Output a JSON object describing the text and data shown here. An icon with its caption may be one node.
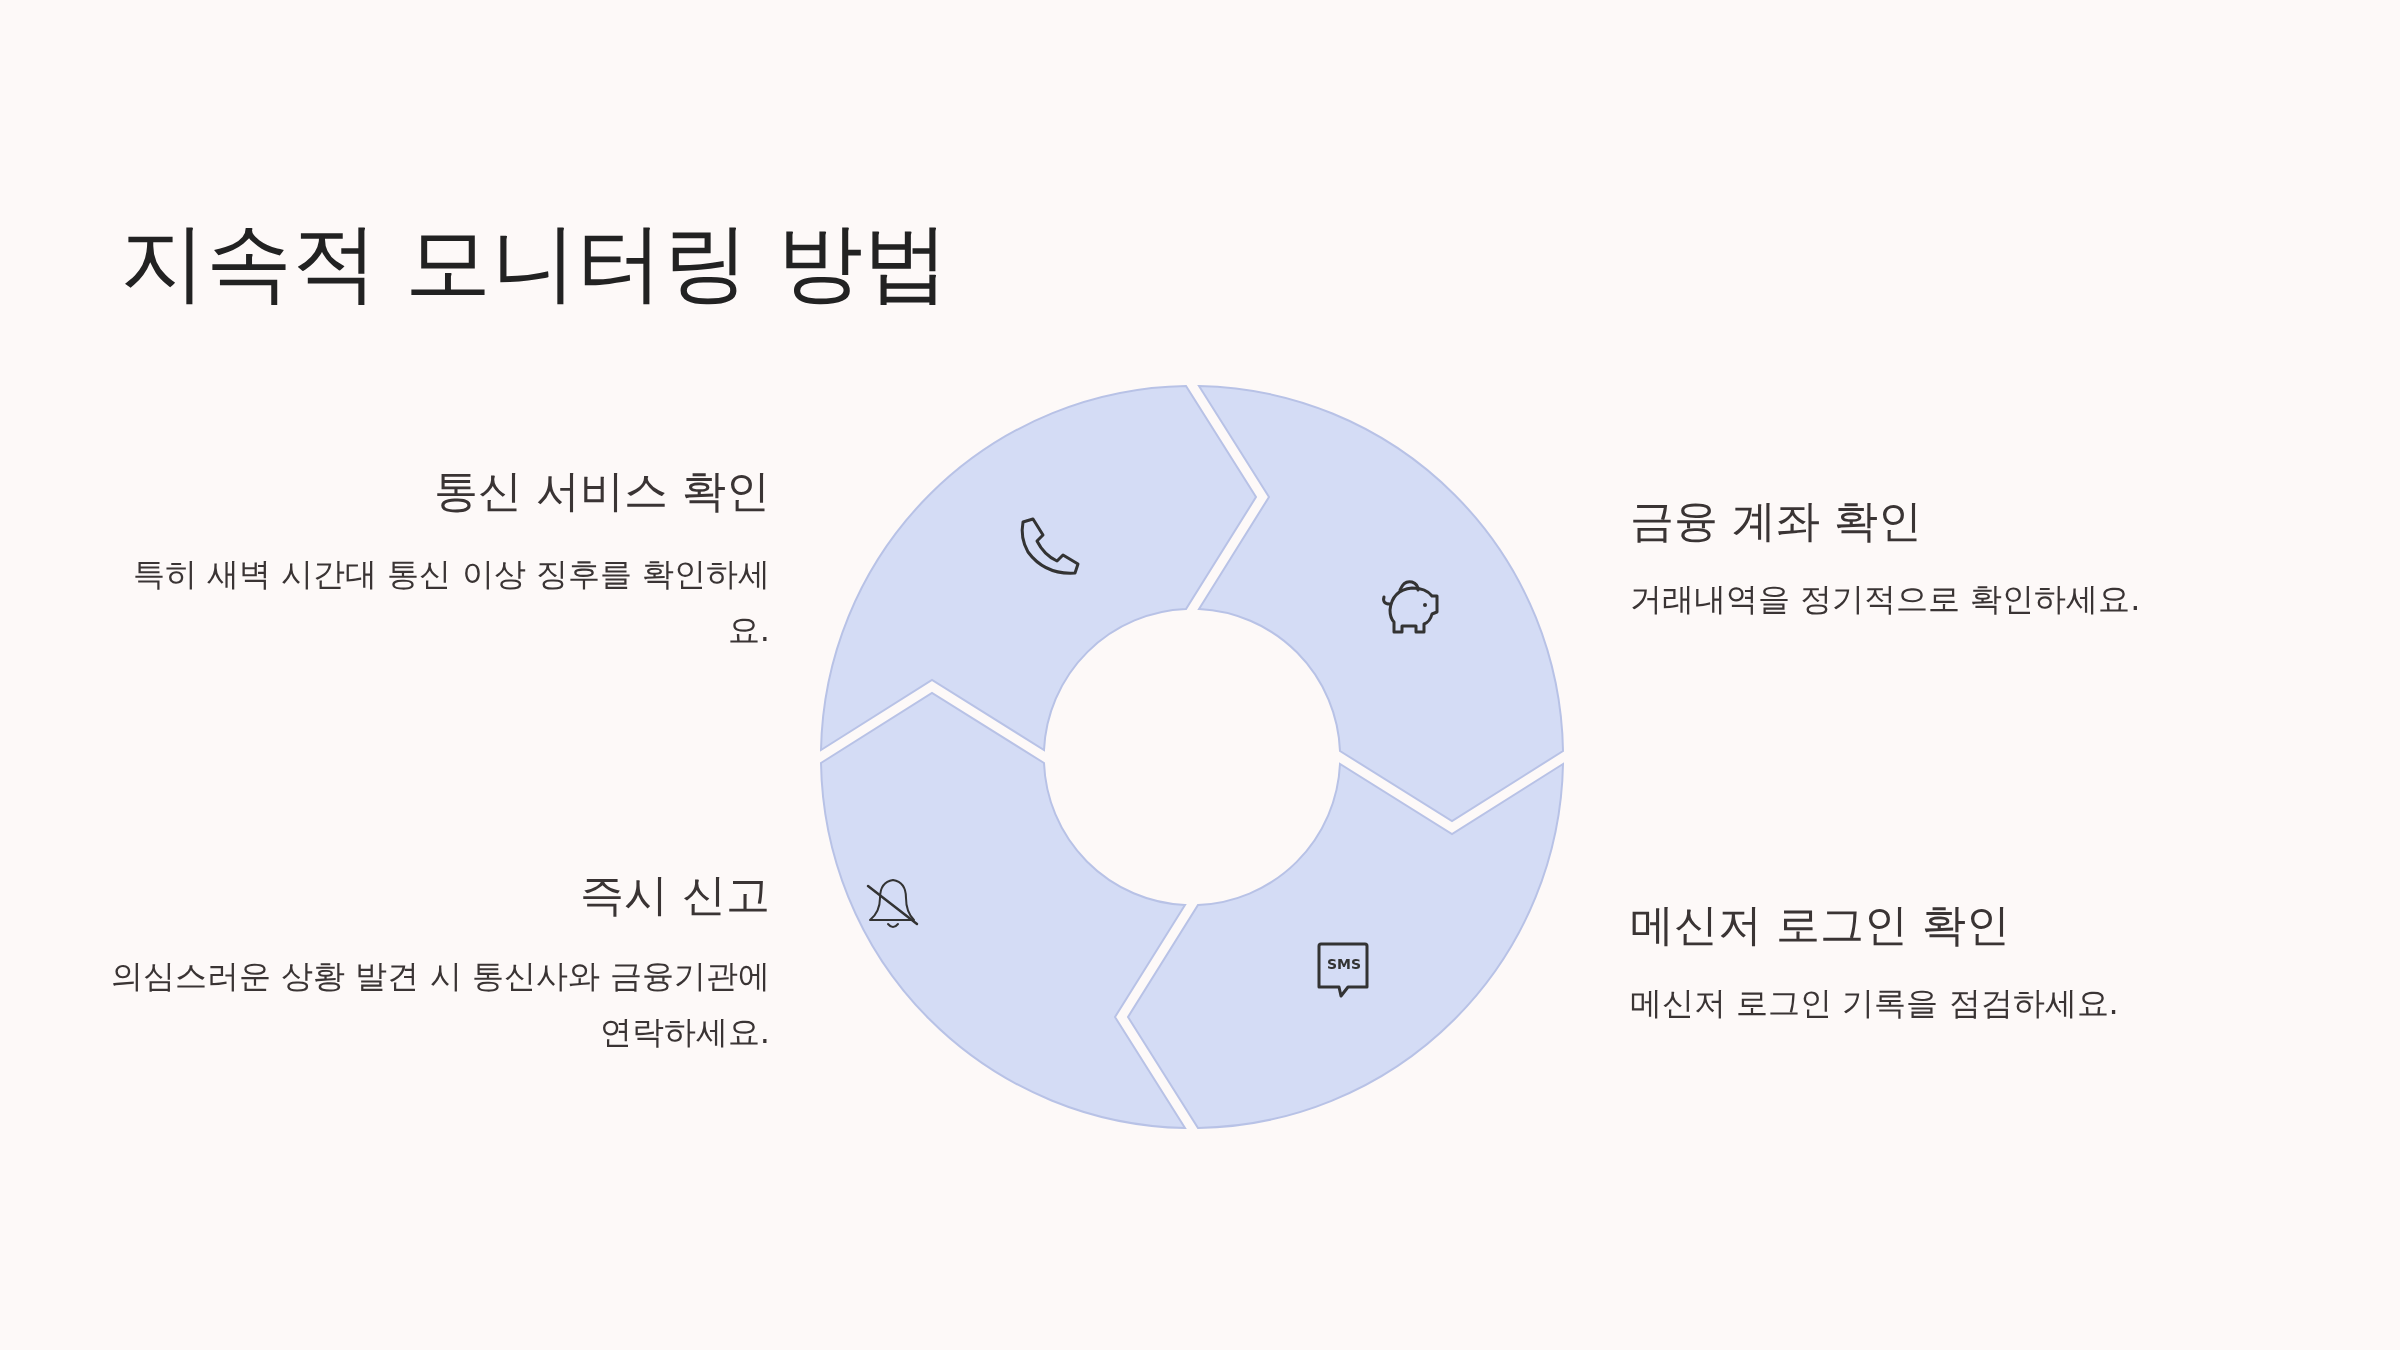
{
  "diagram": {
    "title": "지속적 모니터링 방법",
    "labels": [
      "통신 서비스 확인",
      "특히 새벽 시간대 통신 이상 징후를 확인하세요.",
      "금융 계좌 확인",
      "거래내역을 정기적으로 확인하세요.",
      "즉시 신고",
      "의심스러운 상황 발견 시 통신사와 금융기관에 연락하세요.",
      "메신저 로그인 확인",
      "메신저 로그인 기록을 점검하세요.",
      "SMS"
    ]
  }
}
